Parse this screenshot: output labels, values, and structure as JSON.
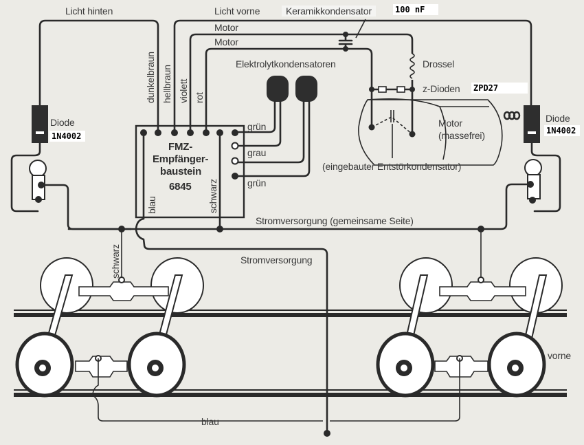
{
  "diagram": {
    "title_labels": {
      "licht_hinten": "Licht hinten",
      "licht_vorne": "Licht vorne",
      "keramik": "Keramikkondensator",
      "motor_1": "Motor",
      "motor_2": "Motor",
      "elko": "Elektrolytkondensatoren",
      "drossel": "Drossel",
      "z_dioden": "z-Dioden",
      "motor_name": "Motor",
      "motor_sub": "(massefrei)",
      "entstoer": "(eingebauter Entstörkondensator)",
      "strom_gemeinsam": "Stromversorgung (gemeinsame Seite)",
      "strom": "Stromversorgung",
      "blau_bottom": "blau",
      "vorne": "vorne"
    },
    "diode_left": {
      "label": "Diode",
      "part": "1N4002"
    },
    "diode_right": {
      "label": "Diode",
      "part": "1N4002"
    },
    "overlays": {
      "capacitor_value": "100 nF",
      "zener_part": "ZPD27"
    },
    "module": {
      "line1": "FMZ-",
      "line2": "Empfänger-",
      "line3": "baustein",
      "number": "6845"
    },
    "wire_colors_top": [
      "dunkelbraun",
      "hellbraun",
      "violett",
      "rot"
    ],
    "wire_colors_side": [
      "grün",
      "grau",
      "grün"
    ],
    "wire_blau": "blau",
    "wire_schwarz": "schwarz",
    "wire_schwarz_bogie": "schwarz"
  }
}
